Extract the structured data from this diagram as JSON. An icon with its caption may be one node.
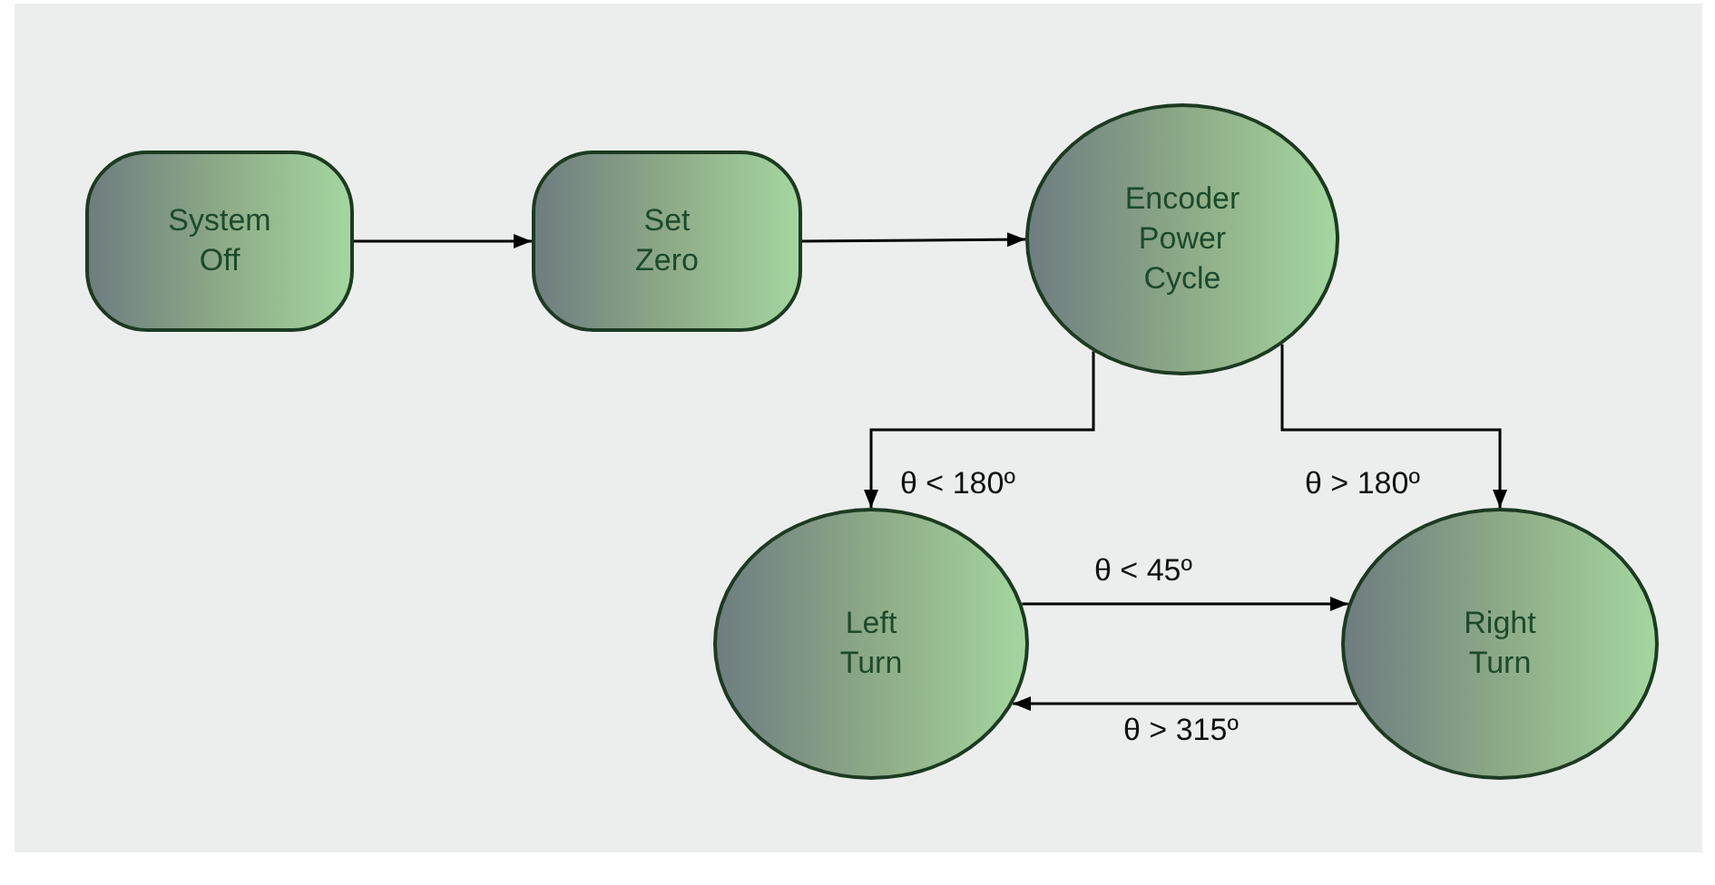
{
  "diagram": {
    "nodes": [
      {
        "text": [
          "System Off"
        ]
      },
      {
        "text": [
          "Set Zero"
        ]
      },
      {
        "text": [
          "Encoder Power Cycle"
        ]
      },
      {
        "text": [
          "Left Turn"
        ]
      },
      {
        "text": [
          "Right Turn"
        ]
      }
    ],
    "edges": [
      {
        "from": 0,
        "to": 1,
        "arrow": "to"
      },
      {
        "from": 1,
        "to": 2,
        "arrow": "to"
      },
      {
        "from": 2,
        "to": 3,
        "arrow": "to",
        "label": "θ < 180º"
      },
      {
        "from": 2,
        "to": 4,
        "arrow": "to",
        "label": "θ > 180º"
      },
      {
        "from": 3,
        "to": 4,
        "arrow": "to",
        "label": "θ < 45º"
      },
      {
        "from": 4,
        "to": 3,
        "arrow": "to",
        "label": "θ > 315º"
      }
    ]
  }
}
